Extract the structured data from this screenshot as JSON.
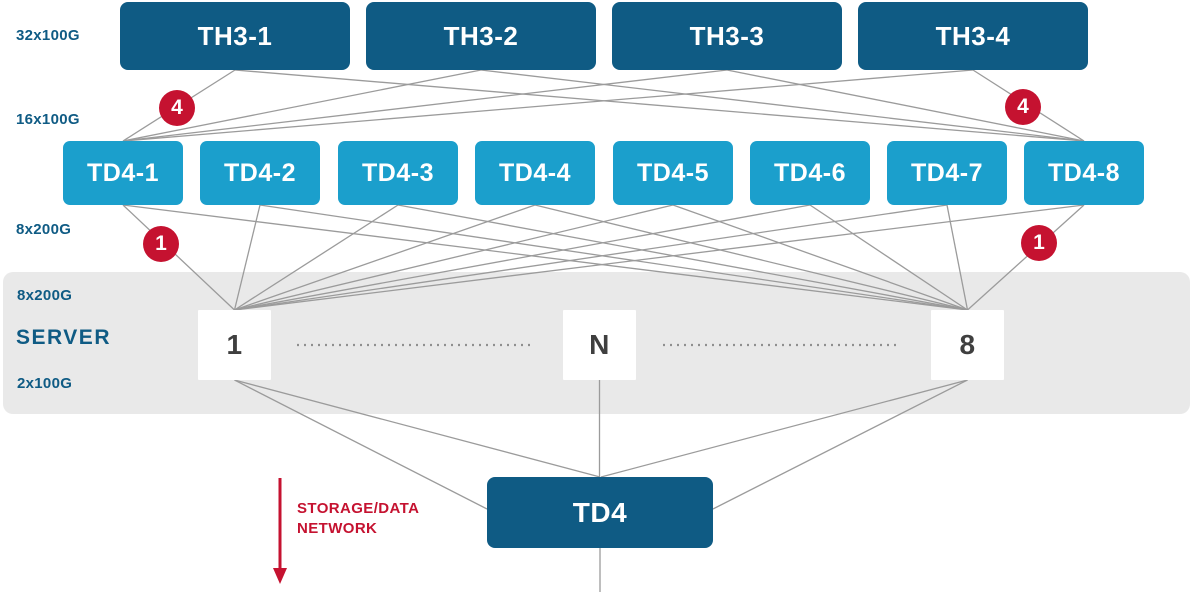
{
  "colors": {
    "dark_blue": "#0f5b84",
    "light_blue": "#1b9fcc",
    "red": "#c51230",
    "band_gray": "#e9e9e9",
    "line_gray": "#9b9b9b",
    "label_blue": "#0f5b84",
    "server_text": "#3f3f3f"
  },
  "spine_row": {
    "nodes": [
      {
        "label": "TH3-1"
      },
      {
        "label": "TH3-2"
      },
      {
        "label": "TH3-3"
      },
      {
        "label": "TH3-4"
      }
    ]
  },
  "leaf_row": {
    "nodes": [
      {
        "label": "TD4-1"
      },
      {
        "label": "TD4-2"
      },
      {
        "label": "TD4-3"
      },
      {
        "label": "TD4-4"
      },
      {
        "label": "TD4-5"
      },
      {
        "label": "TD4-6"
      },
      {
        "label": "TD4-7"
      },
      {
        "label": "TD4-8"
      }
    ]
  },
  "uplink_labels": [
    {
      "text": "32x100G"
    },
    {
      "text": "16x100G"
    },
    {
      "text": "8x200G"
    }
  ],
  "link_badges": [
    {
      "value": "4"
    },
    {
      "value": "4"
    },
    {
      "value": "1"
    },
    {
      "value": "1"
    }
  ],
  "server_band": {
    "port_label_top": "8x200G",
    "title": "SERVER",
    "port_label_bottom": "2x100G",
    "servers": [
      {
        "label": "1"
      },
      {
        "label": "N"
      },
      {
        "label": "8"
      }
    ]
  },
  "storage_network": {
    "switch_label": "TD4",
    "arrow_label_line1": "STORAGE/DATA",
    "arrow_label_line2": "NETWORK"
  }
}
